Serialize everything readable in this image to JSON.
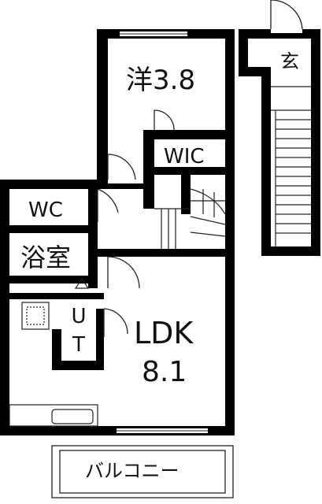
{
  "floor_plan": {
    "rooms": {
      "western_room": "洋3.8",
      "wic": "WIC",
      "wc": "WC",
      "bath": "浴室",
      "ut": "UT",
      "ldk_name": "LDK",
      "ldk_size": "8.1",
      "entrance": "玄",
      "balcony": "バルコニー"
    },
    "colors": {
      "wall": "#000000",
      "background": "#ffffff",
      "line": "#222222"
    }
  }
}
